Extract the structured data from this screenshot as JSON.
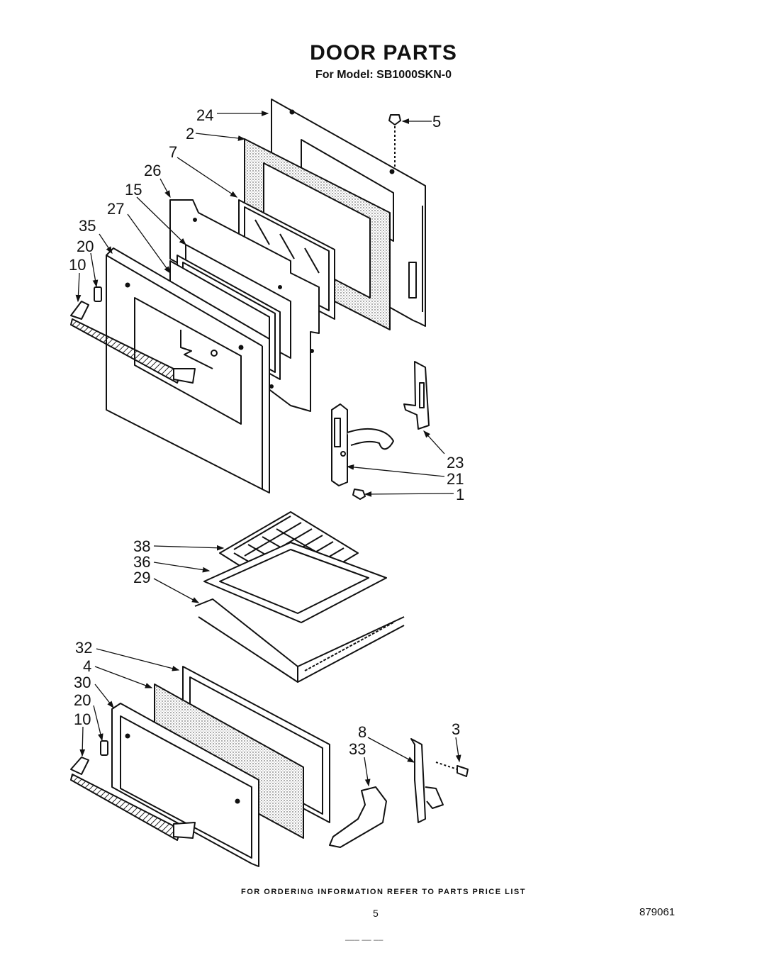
{
  "header": {
    "title": "DOOR PARTS",
    "subtitle": "For Model: SB1000SKN-0"
  },
  "callouts": [
    "24",
    "2",
    "7",
    "26",
    "15",
    "27",
    "35",
    "20",
    "10",
    "5",
    "23",
    "21",
    "1",
    "38",
    "36",
    "29",
    "32",
    "4",
    "30",
    "20",
    "10",
    "8",
    "33",
    "3"
  ],
  "footer": {
    "ordering_note": "FOR ORDERING INFORMATION REFER TO PARTS PRICE LIST",
    "page_number": "5",
    "document_number": "879061",
    "handwritten_mark": "––– –– ––"
  }
}
